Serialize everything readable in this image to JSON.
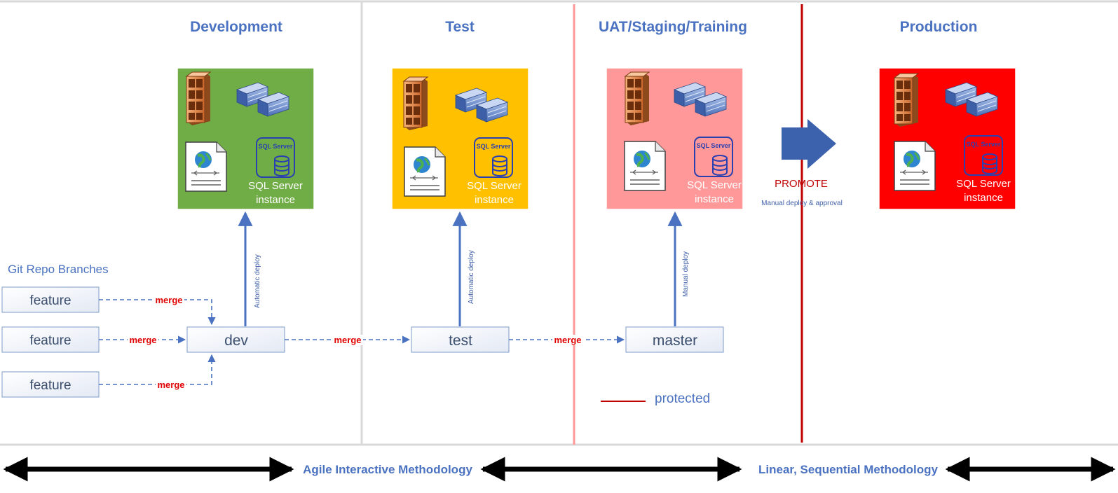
{
  "environments": [
    {
      "title": "Development",
      "color": "#70ad47",
      "sql_label_1": "SQL Server",
      "sql_label_2": "instance",
      "sql_logo": "SQL Server"
    },
    {
      "title": "Test",
      "color": "#ffc000",
      "sql_label_1": "SQL Server",
      "sql_label_2": "instance",
      "sql_logo": "SQL Server"
    },
    {
      "title": "UAT/Staging/Training",
      "color": "#ff9999",
      "sql_label_1": "SQL Server",
      "sql_label_2": "instance",
      "sql_logo": "SQL Server"
    },
    {
      "title": "Production",
      "color": "#ff0000",
      "sql_label_1": "SQL Server",
      "sql_label_2": "instance",
      "sql_logo": "SQL Server"
    }
  ],
  "git": {
    "title": "Git Repo Branches",
    "features": [
      "feature",
      "feature",
      "feature"
    ],
    "dev": "dev",
    "test": "test",
    "master": "master",
    "merge_label": "merge"
  },
  "deploys": {
    "dev": "Automatic deploy",
    "test": "Automatic deploy",
    "master": "Manual deploy"
  },
  "promote": {
    "label": "PROMOTE",
    "sub": "Manual deploy & approval",
    "arrow_color": "#3d62ad"
  },
  "legend": {
    "label": "protected",
    "color": "#c00000"
  },
  "methodology": {
    "agile": "Agile Interactive Methodology",
    "linear": "Linear, Sequential Methodology"
  },
  "icons": {
    "server": "server-rack-icon",
    "blade": "blade-server-icon",
    "web": "web-page-icon",
    "database": "sql-server-database-icon"
  },
  "colors": {
    "accent_blue": "#4a72c0",
    "merge_red": "#e00000",
    "protected_red": "#c00000",
    "light_red_divider": "#ff9999",
    "gray_divider": "#d9d9d9"
  }
}
